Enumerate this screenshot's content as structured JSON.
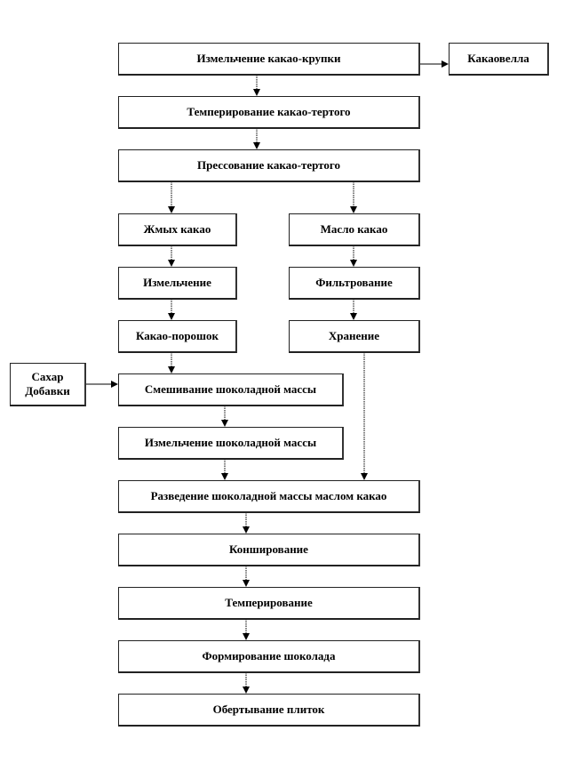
{
  "diagram": {
    "nodes": {
      "grind_nibs": "Измельчение какао-крупки",
      "cocoa_shell": "Какаовелла",
      "temper_liquor": "Темперирование какао-тертого",
      "press_liquor": "Прессование какао-тертого",
      "cocoa_cake": "Жмых какао",
      "cocoa_butter": "Масло какао",
      "grinding": "Измельчение",
      "filtering": "Фильтрование",
      "cocoa_powder": "Какао-порошок",
      "storage": "Хранение",
      "sugar": "Сахар",
      "additives": "Добавки",
      "mixing": "Смешивание шоколадной массы",
      "grind_mass": "Измельчение шоколадной массы",
      "dilute": "Разведение шоколадной массы маслом какао",
      "conching": "Конширование",
      "tempering": "Темперирование",
      "forming": "Формирование шоколада",
      "wrapping": "Обертывание плиток"
    }
  }
}
